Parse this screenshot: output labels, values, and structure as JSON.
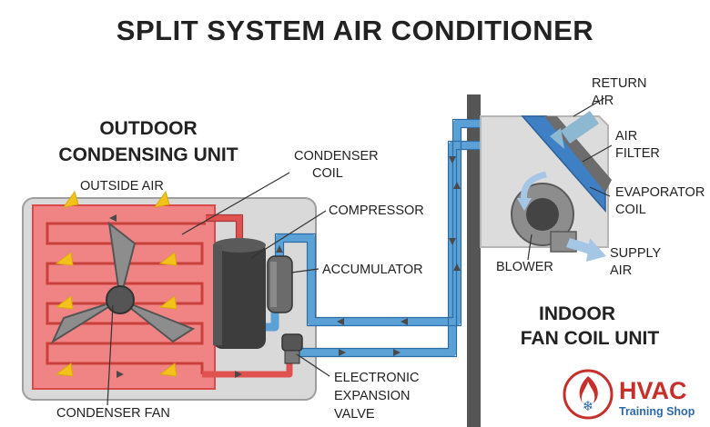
{
  "title": "SPLIT SYSTEM AIR CONDITIONER",
  "outdoor_unit": {
    "heading_line1": "OUTDOOR",
    "heading_line2": "CONDENSING UNIT",
    "labels": {
      "outside_air": "OUTSIDE AIR",
      "condenser_coil_line1": "CONDENSER",
      "condenser_coil_line2": "COIL",
      "compressor": "COMPRESSOR",
      "accumulator": "ACCUMULATOR",
      "expansion_line1": "ELECTRONIC",
      "expansion_line2": "EXPANSION",
      "expansion_line3": "VALVE",
      "condenser_fan": "CONDENSER FAN"
    }
  },
  "indoor_unit": {
    "heading_line1": "INDOOR",
    "heading_line2": "FAN COIL UNIT",
    "labels": {
      "return_air_line1": "RETURN",
      "return_air_line2": "AIR",
      "air_filter_line1": "AIR",
      "air_filter_line2": "FILTER",
      "evaporator_line1": "EVAPORATOR",
      "evaporator_line2": "COIL",
      "blower": "BLOWER",
      "supply_air_line1": "SUPPLY",
      "supply_air_line2": "AIR"
    }
  },
  "brand": {
    "name": "HVAC",
    "tagline": "Training Shop"
  },
  "colors": {
    "hot_line": "#e0524f",
    "coil_fill": "#f08484",
    "cold_line": "#5ba1d6",
    "cabinet": "#d9d9d9",
    "wall": "#555555",
    "arrow_yellow": "#f2c21b",
    "brand_red": "#c62f2a",
    "brand_blue": "#2e6aa8"
  }
}
